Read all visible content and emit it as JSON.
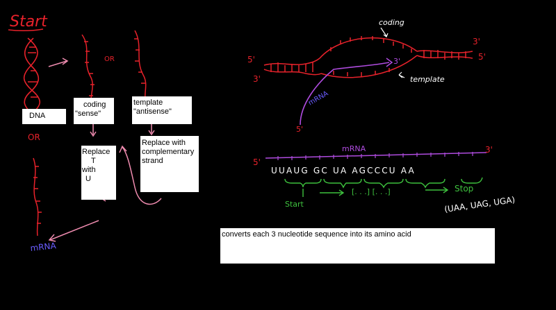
{
  "colors": {
    "background": "#000000",
    "dna_red": "#e8222b",
    "arrow_pink": "#f08cb0",
    "mrna_purple": "#b04ce0",
    "codon_green": "#3ec23e",
    "label_white": "#ffffff",
    "box_white": "#ffffff"
  },
  "left": {
    "start_label": "Start",
    "or_label_top": "OR",
    "or_label_left": "OR",
    "mrna_label": "mRNA",
    "dna_box": "DNA",
    "coding_box": {
      "line1": "coding",
      "line2": "\"sense\""
    },
    "template_box": {
      "line1": "template",
      "line2": "\"antisense\""
    },
    "replace_box": {
      "line1": "Replace",
      "line2": "T",
      "line3": "with",
      "line4": "U"
    },
    "complementary_box": {
      "line1": "Replace with",
      "line2": "complementary",
      "line3": "strand"
    }
  },
  "bubble": {
    "coding_label": "coding",
    "template_label": "template",
    "left_5prime": "5'",
    "left_3prime": "3'",
    "right_3prime": "3'",
    "right_5prime": "5'",
    "mrna_3prime": "3'",
    "mrna_label": "mRNA",
    "mrna_5prime": "5'"
  },
  "translation": {
    "mrna_label": "mRNA",
    "five_prime": "5'",
    "three_prime": "3'",
    "sequence": "UUAUG GC UA AGCCCU AA",
    "start_label": "Start",
    "codon_placeholder": "[. . .] [. . .]",
    "stop_label": "Stop",
    "stop_codons": "(UAA, UAG, UGA)"
  },
  "caption": "converts each 3 nucleotide sequence into its amino acid"
}
